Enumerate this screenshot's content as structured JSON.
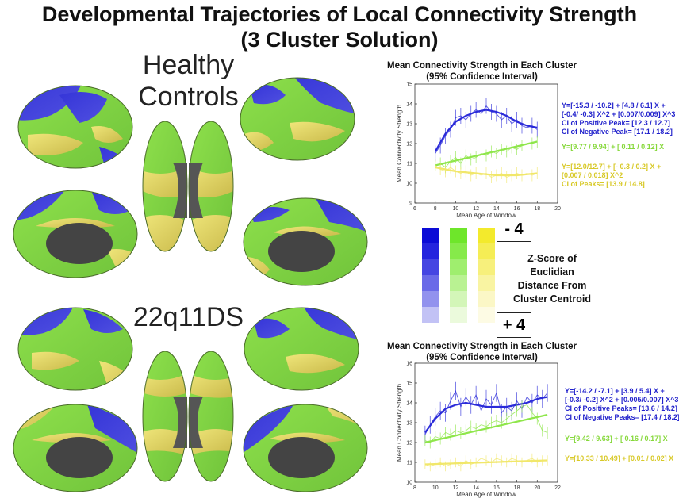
{
  "title_line1": "Developmental Trajectories of Local Connectivity Strength",
  "title_line2": "(3 Cluster Solution)",
  "groups": [
    {
      "label_line1": "Healthy",
      "label_line2": "Controls"
    },
    {
      "label_line1": "22q11DS",
      "label_line2": ""
    }
  ],
  "colors": {
    "blue": "#2a2ad9",
    "green": "#8ee64a",
    "yellow": "#f1e76a",
    "eq_blue": "#2222cc",
    "eq_green": "#86d83a",
    "eq_yellow": "#d8c928"
  },
  "legend": {
    "top_value": "- 4",
    "bottom_value": "+ 4",
    "label": [
      "Z-Score of",
      "Euclidian",
      "Distance From",
      "Cluster Centroid"
    ]
  },
  "chart_data": [
    {
      "type": "line",
      "title": "Mean Connectivity Strength in Each Cluster",
      "subtitle": "(95% Confidence Interval)",
      "xlabel": "Mean Age of Window",
      "ylabel": "Mean Connectivity Strength",
      "xlim": [
        6,
        20
      ],
      "ylim": [
        9,
        15
      ],
      "xticks": [
        6,
        8,
        10,
        12,
        14,
        16,
        18,
        20
      ],
      "yticks": [
        9,
        10,
        11,
        12,
        13,
        14,
        15
      ],
      "x_range": [
        8,
        18
      ],
      "grid": false,
      "series": [
        {
          "color": "blue",
          "fit": [
            [
              8,
              11.6
            ],
            [
              9,
              12.5
            ],
            [
              10,
              13.1
            ],
            [
              11,
              13.4
            ],
            [
              12,
              13.6
            ],
            [
              13,
              13.7
            ],
            [
              14,
              13.6
            ],
            [
              15,
              13.4
            ],
            [
              16,
              13.1
            ],
            [
              17,
              12.9
            ],
            [
              18,
              12.8
            ]
          ],
          "data": [
            [
              8,
              11.5
            ],
            [
              8.5,
              11.9
            ],
            [
              9,
              12.4
            ],
            [
              9.5,
              12.7
            ],
            [
              10,
              13.3
            ],
            [
              10.5,
              13.4
            ],
            [
              11,
              13.2
            ],
            [
              11.5,
              13.5
            ],
            [
              12,
              13.7
            ],
            [
              12.5,
              13.5
            ],
            [
              13,
              13.9
            ],
            [
              13.5,
              13.6
            ],
            [
              14,
              13.5
            ],
            [
              14.5,
              13.2
            ],
            [
              15,
              13.4
            ],
            [
              15.5,
              13.0
            ],
            [
              16,
              13.2
            ],
            [
              16.5,
              12.9
            ],
            [
              17,
              12.8
            ],
            [
              17.5,
              12.9
            ],
            [
              18,
              12.7
            ]
          ],
          "err": 0.4
        },
        {
          "color": "green",
          "fit": [
            [
              8,
              10.9
            ],
            [
              18,
              12.1
            ]
          ],
          "data": [
            [
              8,
              10.9
            ],
            [
              8.5,
              11.0
            ],
            [
              9,
              10.8
            ],
            [
              9.5,
              11.1
            ],
            [
              10,
              11.3
            ],
            [
              10.5,
              11.0
            ],
            [
              11,
              11.4
            ],
            [
              11.5,
              11.2
            ],
            [
              12,
              11.3
            ],
            [
              12.5,
              11.5
            ],
            [
              13,
              11.4
            ],
            [
              13.5,
              11.6
            ],
            [
              14,
              11.5
            ],
            [
              14.5,
              11.7
            ],
            [
              15,
              11.6
            ],
            [
              15.5,
              11.8
            ],
            [
              16,
              11.7
            ],
            [
              16.5,
              11.9
            ],
            [
              17,
              12.0
            ],
            [
              17.5,
              12.0
            ],
            [
              18,
              12.1
            ]
          ],
          "err": 0.3
        },
        {
          "color": "yellow",
          "fit": [
            [
              8,
              10.8
            ],
            [
              10,
              10.6
            ],
            [
              12,
              10.5
            ],
            [
              14,
              10.4
            ],
            [
              16,
              10.4
            ],
            [
              18,
              10.5
            ]
          ],
          "data": [
            [
              8,
              10.9
            ],
            [
              8.5,
              10.7
            ],
            [
              9,
              10.6
            ],
            [
              9.5,
              10.8
            ],
            [
              10,
              10.6
            ],
            [
              10.5,
              10.5
            ],
            [
              11,
              10.6
            ],
            [
              11.5,
              10.4
            ],
            [
              12,
              10.5
            ],
            [
              12.5,
              10.4
            ],
            [
              13,
              10.5
            ],
            [
              13.5,
              10.3
            ],
            [
              14,
              10.4
            ],
            [
              14.5,
              10.5
            ],
            [
              15,
              10.3
            ],
            [
              15.5,
              10.4
            ],
            [
              16,
              10.5
            ],
            [
              16.5,
              10.4
            ],
            [
              17,
              10.5
            ],
            [
              17.5,
              10.4
            ],
            [
              18,
              10.5
            ]
          ],
          "err": 0.3
        }
      ],
      "equations": [
        {
          "color": "blue",
          "lines": [
            "Y=[-15.3 / -10.2] + [4.8 / 6.1] X  +",
            "[-0.4/ -0.3] X^2 + [0.007/0.009] X^3",
            "CI of Positive Peak= [12.3 / 12.7]",
            "CI of Negative Peak= [17.1 / 18.2]"
          ]
        },
        {
          "color": "green",
          "lines": [
            "Y=[9.77 / 9.94] + [ 0.11 / 0.12] X"
          ]
        },
        {
          "color": "yellow",
          "lines": [
            "Y=[12.0/12.7] + [- 0.3 / 0.2] X  +",
            "[0.007 / 0.018] X^2",
            "CI of Peaks= [13.9 / 14.8]"
          ]
        }
      ]
    },
    {
      "type": "line",
      "title": "Mean Connectivity Strength in Each Cluster",
      "subtitle": "(95% Confidence Interval)",
      "xlabel": "Mean Age of Window",
      "ylabel": "Mean Connectivity Strength",
      "xlim": [
        8,
        22
      ],
      "ylim": [
        10,
        16
      ],
      "xticks": [
        8,
        10,
        12,
        14,
        16,
        18,
        20,
        22
      ],
      "yticks": [
        10,
        11,
        12,
        13,
        14,
        15,
        16
      ],
      "x_range": [
        9,
        21
      ],
      "grid": false,
      "series": [
        {
          "color": "blue",
          "fit": [
            [
              9,
              12.5
            ],
            [
              10,
              13.2
            ],
            [
              11,
              13.7
            ],
            [
              12,
              13.9
            ],
            [
              13,
              14.0
            ],
            [
              14,
              13.9
            ],
            [
              15,
              13.8
            ],
            [
              16,
              13.8
            ],
            [
              17,
              13.8
            ],
            [
              18,
              13.9
            ],
            [
              19,
              14.0
            ],
            [
              20,
              14.2
            ],
            [
              21,
              14.3
            ]
          ],
          "data": [
            [
              9,
              12.4
            ],
            [
              9.5,
              12.9
            ],
            [
              10,
              13.3
            ],
            [
              10.5,
              13.6
            ],
            [
              11,
              13.5
            ],
            [
              11.5,
              14.1
            ],
            [
              12,
              14.6
            ],
            [
              12.5,
              13.8
            ],
            [
              13,
              14.3
            ],
            [
              13.5,
              13.9
            ],
            [
              14,
              14.4
            ],
            [
              14.5,
              13.6
            ],
            [
              15,
              14.2
            ],
            [
              15.5,
              13.9
            ],
            [
              16,
              14.5
            ],
            [
              16.5,
              13.5
            ],
            [
              17,
              13.8
            ],
            [
              17.5,
              13.6
            ],
            [
              18,
              14.1
            ],
            [
              18.5,
              13.7
            ],
            [
              19,
              14.3
            ],
            [
              19.5,
              14.0
            ],
            [
              20,
              14.4
            ],
            [
              20.5,
              14.2
            ],
            [
              21,
              14.5
            ]
          ],
          "err": 0.45
        },
        {
          "color": "green",
          "fit": [
            [
              9,
              12.0
            ],
            [
              21,
              13.4
            ]
          ],
          "data": [
            [
              9,
              12.1
            ],
            [
              9.5,
              12.0
            ],
            [
              10,
              12.3
            ],
            [
              10.5,
              12.2
            ],
            [
              11,
              12.5
            ],
            [
              11.5,
              12.4
            ],
            [
              12,
              12.6
            ],
            [
              12.5,
              12.5
            ],
            [
              13,
              12.6
            ],
            [
              13.5,
              12.8
            ],
            [
              14,
              12.7
            ],
            [
              14.5,
              12.9
            ],
            [
              15,
              12.8
            ],
            [
              15.5,
              13.0
            ],
            [
              16,
              13.1
            ],
            [
              16.5,
              13.0
            ],
            [
              17,
              13.2
            ],
            [
              17.5,
              13.4
            ],
            [
              18,
              13.6
            ],
            [
              18.5,
              13.8
            ],
            [
              19,
              13.9
            ],
            [
              19.5,
              13.5
            ],
            [
              20,
              13.2
            ],
            [
              20.5,
              12.6
            ],
            [
              21,
              12.5
            ]
          ],
          "err": 0.3
        },
        {
          "color": "yellow",
          "fit": [
            [
              9,
              10.9
            ],
            [
              21,
              11.1
            ]
          ],
          "data": [
            [
              9,
              10.9
            ],
            [
              9.5,
              10.8
            ],
            [
              10,
              10.9
            ],
            [
              10.5,
              11.0
            ],
            [
              11,
              10.8
            ],
            [
              11.5,
              10.9
            ],
            [
              12,
              11.0
            ],
            [
              12.5,
              10.8
            ],
            [
              13,
              11.1
            ],
            [
              13.5,
              10.9
            ],
            [
              14,
              11.0
            ],
            [
              14.5,
              11.2
            ],
            [
              15,
              11.1
            ],
            [
              15.5,
              11.0
            ],
            [
              16,
              11.2
            ],
            [
              16.5,
              11.1
            ],
            [
              17,
              11.0
            ],
            [
              17.5,
              11.2
            ],
            [
              18,
              11.1
            ],
            [
              18.5,
              11.0
            ],
            [
              19,
              11.1
            ],
            [
              19.5,
              11.2
            ],
            [
              20,
              11.0
            ],
            [
              20.5,
              11.1
            ],
            [
              21,
              11.1
            ]
          ],
          "err": 0.25
        }
      ],
      "equations": [
        {
          "color": "blue",
          "lines": [
            "Y=[-14.2 / -7.1] + [3.9 / 5.4] X  +",
            "[-0.3/ -0.2] X^2 + [0.005/0.007] X^3",
            "CI of Positive Peaks= [13.6 / 14.2]",
            "CI of Negative Peaks= [17.4 / 18.2]"
          ]
        },
        {
          "color": "green",
          "lines": [
            "Y=[9.42 / 9.63] + [ 0.16 / 0.17] X"
          ]
        },
        {
          "color": "yellow",
          "lines": [
            "Y=[10.33 / 10.49] + [0.01 / 0.02] X"
          ]
        }
      ]
    }
  ]
}
